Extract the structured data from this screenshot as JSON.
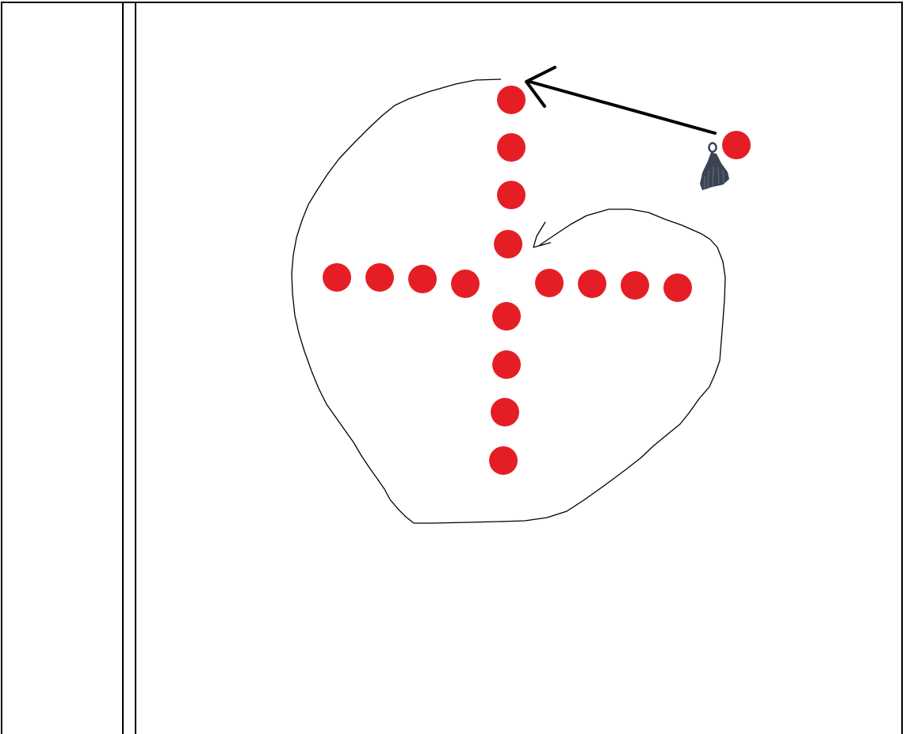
{
  "diagram": {
    "dot_color": "#e51e25",
    "outline_color": "#000000",
    "icon_color": "#3b4252",
    "icons": [
      "tassel-icon"
    ],
    "dot_count_vertical_top": 4,
    "dot_count_horizontal_left": 4,
    "dot_count_horizontal_right": 4,
    "dot_count_vertical_bottom": 4,
    "dot_count_detached": 1
  }
}
